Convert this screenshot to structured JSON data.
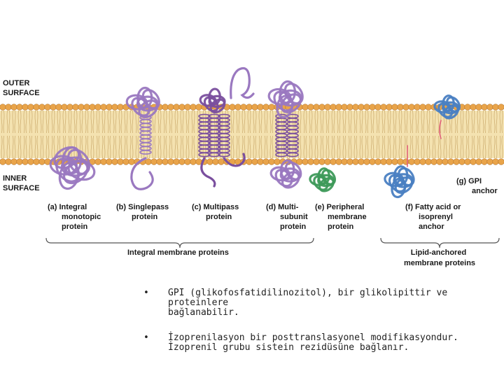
{
  "diagram": {
    "outer_surface": [
      "OUTER",
      "SURFACE"
    ],
    "inner_surface": [
      "INNER",
      "SURFACE"
    ],
    "proteins": [
      {
        "key": "a",
        "lines": [
          "(a) Integral",
          "monotopic",
          "protein"
        ]
      },
      {
        "key": "b",
        "lines": [
          "(b) Singlepass",
          "protein"
        ]
      },
      {
        "key": "c",
        "lines": [
          "(c) Multipass",
          "protein"
        ]
      },
      {
        "key": "d",
        "lines": [
          "(d) Multi-",
          "subunit",
          "protein"
        ]
      },
      {
        "key": "e",
        "lines": [
          "(e) Peripheral",
          "membrane",
          "protein"
        ]
      },
      {
        "key": "f",
        "lines": [
          "(f) Fatty acid or",
          "isoprenyl",
          "anchor"
        ]
      },
      {
        "key": "g",
        "lines": [
          "(g) GPI",
          "anchor"
        ]
      }
    ],
    "groups": {
      "integral": "Integral membrane proteins",
      "lipid": [
        "Lipid-anchored",
        "membrane proteins"
      ]
    },
    "colors": {
      "head": "#e9a44a",
      "tail": "#f4e2b0",
      "integral": "#9a78c0",
      "multipass": "#7a4f9e",
      "peripheral": "#3e9a5a",
      "anchored": "#4a7fc2",
      "anchor_line": "#e0607a"
    }
  },
  "bullets": [
    {
      "symbol": "•",
      "lines": [
        "GPI (glikofosfatidilinozitol), bir glikolipittir ve proteinlere",
        "bağlanabilir."
      ]
    },
    {
      "symbol": "•",
      "lines": [
        "İzoprenilasyon bir posttranslasyonel modifikasyondur.",
        "İzoprenil grubu sistein rezidüsüne bağlanır."
      ]
    }
  ]
}
